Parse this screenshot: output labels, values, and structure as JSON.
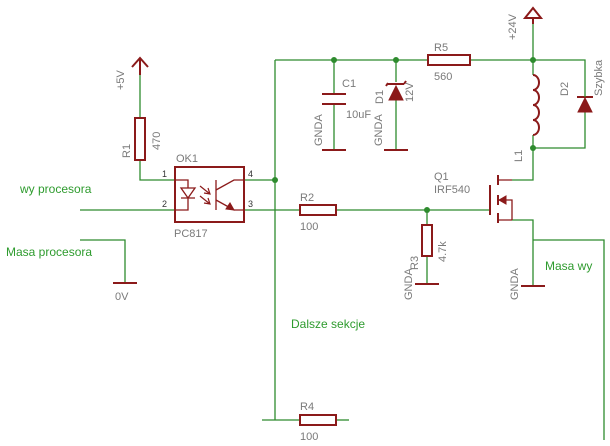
{
  "components": {
    "ok1": {
      "name": "OK1",
      "part": "PC817",
      "pin1": "1",
      "pin2": "2",
      "pin3": "3",
      "pin4": "4"
    },
    "r1": {
      "name": "R1",
      "value": "470"
    },
    "r2": {
      "name": "R2",
      "value": "100"
    },
    "r3": {
      "name": "R3",
      "value": "4.7k"
    },
    "r4": {
      "name": "R4",
      "value": "100"
    },
    "r5": {
      "name": "R5",
      "value": "560"
    },
    "c1": {
      "name": "C1",
      "value": "10uF"
    },
    "d1": {
      "name": "D1",
      "value": "12V"
    },
    "d2": {
      "name": "D2",
      "value": "Szybka"
    },
    "l1": {
      "name": "L1"
    },
    "q1": {
      "name": "Q1",
      "part": "IRF540"
    }
  },
  "power": {
    "plus5v": "+5V",
    "plus24v": "+24V",
    "zero_v": "0V",
    "gnda_c1": "GNDA",
    "gnda_d1": "GNDA",
    "gnda_r3": "GNDA",
    "gnda_q1": "GNDA"
  },
  "net_labels": {
    "wy_procesora": "wy procesora",
    "masa_procesora": "Masa procesora",
    "dalsze_sekcje": "Dalsze sekcje",
    "masa_wy": "Masa wy"
  },
  "colors": {
    "wire": "#2e8b2e",
    "component": "#8b1a1a",
    "text": "#7a7a7a",
    "net_label": "#2e9b2e"
  }
}
